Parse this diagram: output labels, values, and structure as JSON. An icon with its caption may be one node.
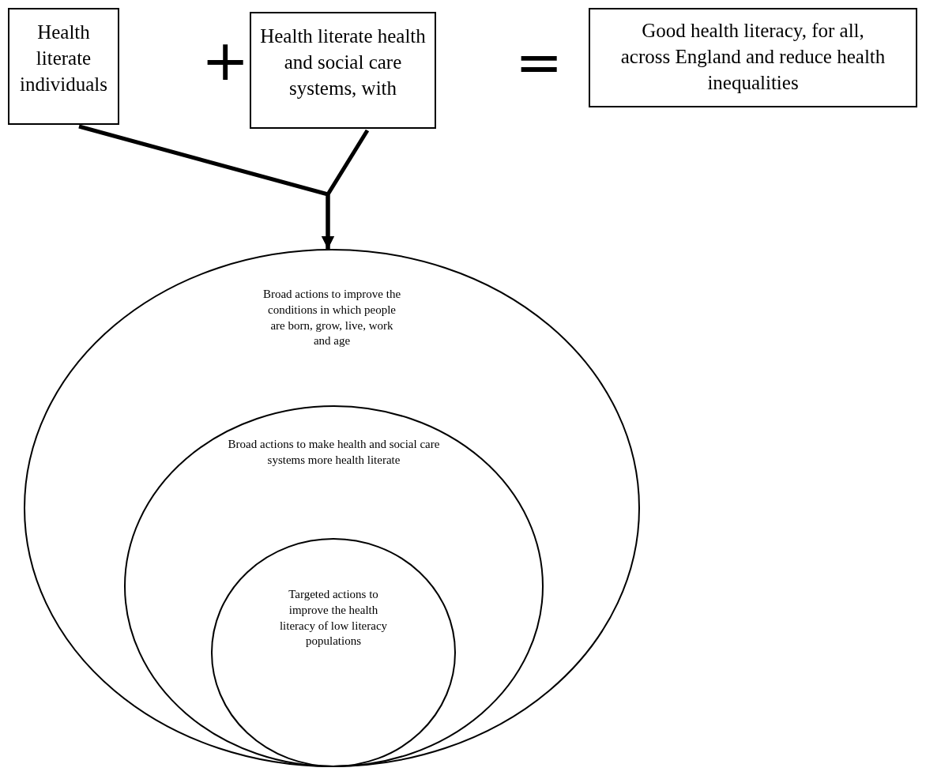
{
  "diagram": {
    "nodes": [
      {
        "text": [
          "Health literate individuals"
        ]
      },
      {
        "text": [
          "Health literate health and social care systems, with"
        ]
      },
      {
        "text": [
          "Good health literacy, for all, across England and reduce health inequalities"
        ]
      },
      {
        "text": [
          "Broad actions to improve the conditions in which people are born, grow, live, work and age"
        ]
      },
      {
        "text": [
          "Broad actions to make health and social care systems more health literate"
        ],
        "in": 3
      },
      {
        "text": [
          "Targeted actions to improve the health literacy of low literacy populations"
        ],
        "in": 4
      }
    ],
    "edges": [
      {
        "from": 0,
        "to": 3,
        "arrow": "to"
      },
      {
        "from": 1,
        "to": 3,
        "arrow": "to"
      }
    ],
    "labels": [
      "+",
      "="
    ]
  }
}
